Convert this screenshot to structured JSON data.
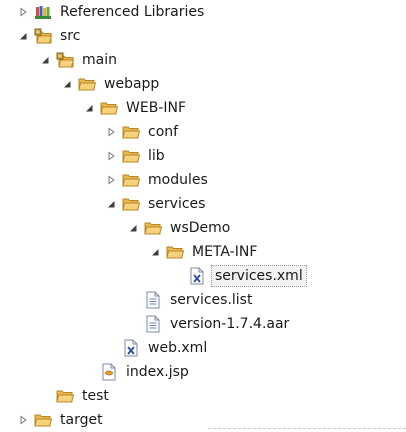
{
  "tree": {
    "items": [
      {
        "label": "Referenced Libraries",
        "depth": 0,
        "state": "collapsed",
        "icon": "library-icon"
      },
      {
        "label": "src",
        "depth": 0,
        "state": "expanded",
        "icon": "source-folder-icon"
      },
      {
        "label": "main",
        "depth": 1,
        "state": "expanded",
        "icon": "source-folder-icon"
      },
      {
        "label": "webapp",
        "depth": 2,
        "state": "expanded",
        "icon": "folder-icon"
      },
      {
        "label": "WEB-INF",
        "depth": 3,
        "state": "expanded",
        "icon": "folder-icon"
      },
      {
        "label": "conf",
        "depth": 4,
        "state": "collapsed",
        "icon": "folder-icon"
      },
      {
        "label": "lib",
        "depth": 4,
        "state": "collapsed",
        "icon": "folder-icon"
      },
      {
        "label": "modules",
        "depth": 4,
        "state": "collapsed",
        "icon": "folder-icon"
      },
      {
        "label": "services",
        "depth": 4,
        "state": "expanded",
        "icon": "folder-icon"
      },
      {
        "label": "wsDemo",
        "depth": 5,
        "state": "expanded",
        "icon": "folder-icon"
      },
      {
        "label": "META-INF",
        "depth": 6,
        "state": "expanded",
        "icon": "folder-icon"
      },
      {
        "label": "services.xml",
        "depth": 7,
        "state": "leaf",
        "icon": "xml-file-icon",
        "selected": true
      },
      {
        "label": "services.list",
        "depth": 5,
        "state": "leaf",
        "icon": "text-file-icon"
      },
      {
        "label": "version-1.7.4.aar",
        "depth": 5,
        "state": "leaf",
        "icon": "text-file-icon"
      },
      {
        "label": "web.xml",
        "depth": 4,
        "state": "leaf",
        "icon": "xml-file-icon"
      },
      {
        "label": "index.jsp",
        "depth": 3,
        "state": "leaf",
        "icon": "jsp-file-icon"
      },
      {
        "label": "test",
        "depth": 1,
        "state": "leaf",
        "icon": "folder-icon"
      },
      {
        "label": "target",
        "depth": 0,
        "state": "collapsed",
        "icon": "folder-icon"
      }
    ]
  },
  "colors": {
    "folder": "#e8b84a",
    "folder_dark": "#b8862a",
    "selection_bg": "#f2f2f2",
    "arrow": "#7a7a7a"
  }
}
